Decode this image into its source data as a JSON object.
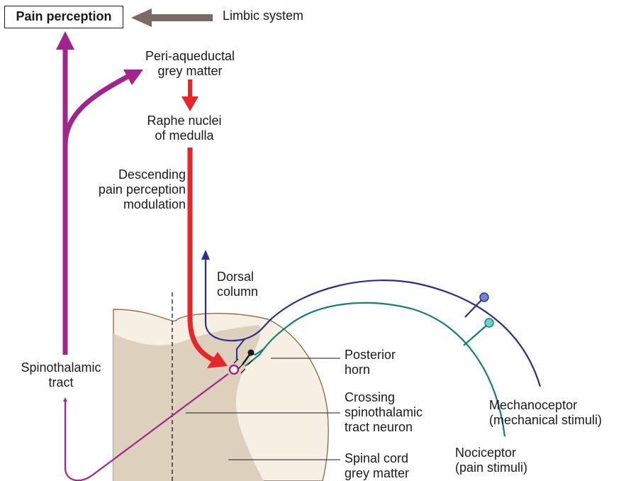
{
  "colors": {
    "spinothalamic": "#a2248f",
    "descending": "#e8262a",
    "dorsal": "#2a2f8e",
    "nociceptor": "#138170",
    "limbic_arrow": "#7a6a63",
    "grey_matter": "#ddd0bd",
    "white_matter": "#f6efe4",
    "mechano_ending": "#6f86cf",
    "noci_ending": "#6fd2c6"
  },
  "labels": {
    "pain_perception": "Pain perception",
    "limbic_system": "Limbic system",
    "pag": [
      "Peri-aqueductal",
      "grey matter"
    ],
    "raphe": [
      "Raphe nuclei",
      "of medulla"
    ],
    "descending": [
      "Descending",
      "pain perception",
      "modulation"
    ],
    "dorsal_column": [
      "Dorsal",
      "column"
    ],
    "spinothalamic": [
      "Spinothalamic",
      "tract"
    ],
    "posterior_horn": [
      "Posterior",
      "horn"
    ],
    "crossing": [
      "Crossing",
      "spinothalamic",
      "tract neuron"
    ],
    "grey_matter": [
      "Spinal cord",
      "grey matter"
    ],
    "mechanoceptor": [
      "Mechanoceptor",
      "(mechanical stimuli)"
    ],
    "nociceptor": [
      "Nociceptor",
      "(pain stimuli)"
    ]
  }
}
